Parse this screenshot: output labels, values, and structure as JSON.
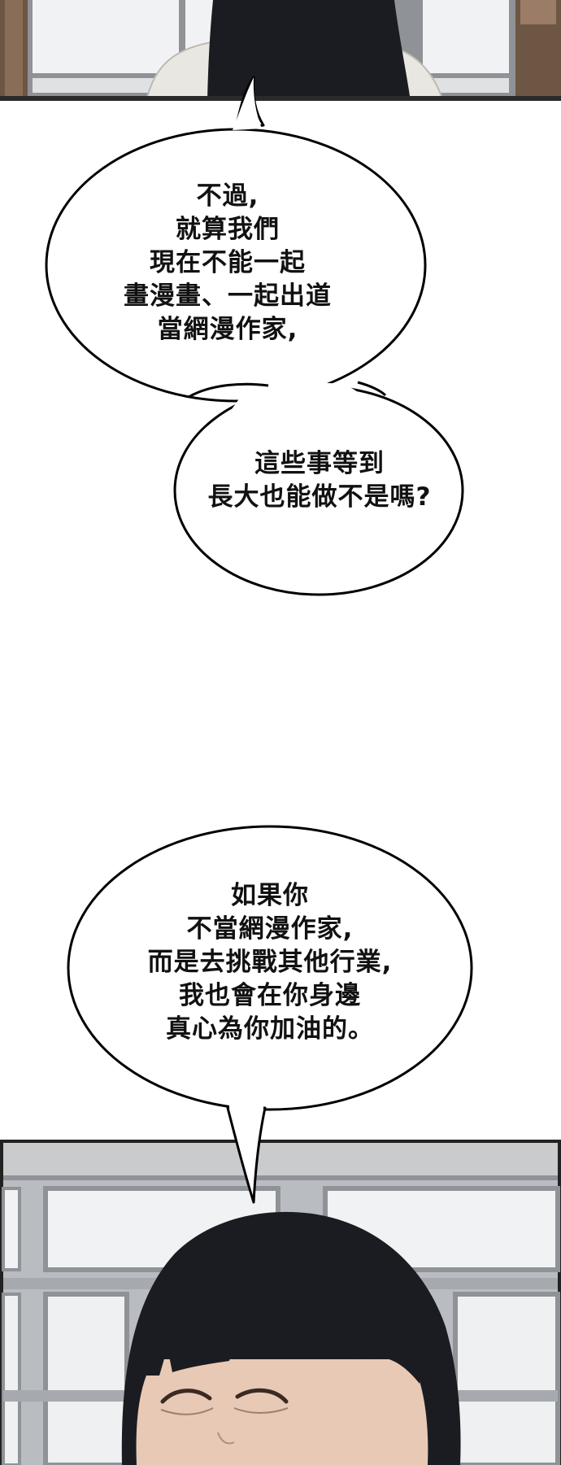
{
  "bubbles": [
    {
      "lines": [
        "不過,",
        "就算我們",
        "現在不能一起",
        "畫漫畫、一起出道",
        "當網漫作家,"
      ]
    },
    {
      "lines": [
        "這些事等到",
        "長大也能做不是嗎?"
      ]
    },
    {
      "lines": [
        "如果你",
        "不當網漫作家,",
        "而是去挑戰其他行業,",
        "我也會在你身邊",
        "真心為你加油的。"
      ]
    }
  ],
  "colors": {
    "hair": "#1b1c21",
    "skin": "#e7c9b5",
    "window_frame": "#8f9296",
    "window_glass": "#f1f2f3",
    "wall": "#b9bcc0",
    "door_wood": "#6e5645",
    "shirt": "#e9e7e2",
    "bubble_outline": "#000000"
  }
}
